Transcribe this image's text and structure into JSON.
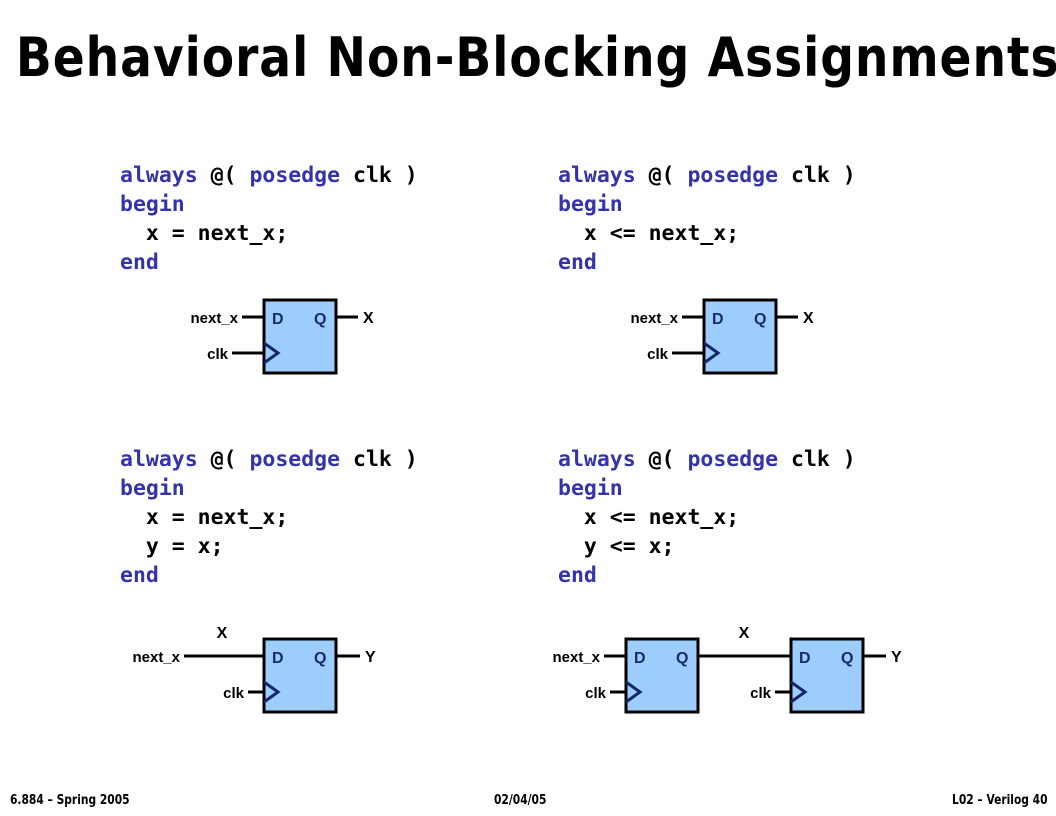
{
  "slide": {
    "title": "Behavioral Non-Blocking Assignments",
    "background_color": "#ffffff"
  },
  "theme": {
    "keyword_color": "#3333aa",
    "code_color": "#000000",
    "ff_fill_color": "#9CCDFC",
    "ff_stroke_color": "#000000",
    "ff_pin_label_color": "#1a2a6c",
    "wire_color": "#000000",
    "title_color": "#000000"
  },
  "code_blocks": {
    "top_left": {
      "name": "blocking-single",
      "lines": [
        [
          {
            "t": "always ",
            "k": true
          },
          {
            "t": "@( ",
            "k": false
          },
          {
            "t": "posedge ",
            "k": true
          },
          {
            "t": "clk )",
            "k": false
          }
        ],
        [
          {
            "t": "begin",
            "k": true
          }
        ],
        [
          {
            "t": "  x = next_x;",
            "k": false
          }
        ],
        [
          {
            "t": "end",
            "k": true
          }
        ]
      ]
    },
    "top_right": {
      "name": "nonblocking-single",
      "lines": [
        [
          {
            "t": "always ",
            "k": true
          },
          {
            "t": "@( ",
            "k": false
          },
          {
            "t": "posedge ",
            "k": true
          },
          {
            "t": "clk )",
            "k": false
          }
        ],
        [
          {
            "t": "begin",
            "k": true
          }
        ],
        [
          {
            "t": "  x <= next_x;",
            "k": false
          }
        ],
        [
          {
            "t": "end",
            "k": true
          }
        ]
      ]
    },
    "bottom_left": {
      "name": "blocking-pair",
      "lines": [
        [
          {
            "t": "always ",
            "k": true
          },
          {
            "t": "@( ",
            "k": false
          },
          {
            "t": "posedge ",
            "k": true
          },
          {
            "t": "clk )",
            "k": false
          }
        ],
        [
          {
            "t": "begin",
            "k": true
          }
        ],
        [
          {
            "t": "  x = next_x;",
            "k": false
          }
        ],
        [
          {
            "t": "  y = x;",
            "k": false
          }
        ],
        [
          {
            "t": "end",
            "k": true
          }
        ]
      ]
    },
    "bottom_right": {
      "name": "nonblocking-pair",
      "lines": [
        [
          {
            "t": "always ",
            "k": true
          },
          {
            "t": "@( ",
            "k": false
          },
          {
            "t": "posedge ",
            "k": true
          },
          {
            "t": "clk )",
            "k": false
          }
        ],
        [
          {
            "t": "begin",
            "k": true
          }
        ],
        [
          {
            "t": "  x <= next_x;",
            "k": false
          }
        ],
        [
          {
            "t": "  y <= x;",
            "k": false
          }
        ],
        [
          {
            "t": "end",
            "k": true
          }
        ]
      ]
    }
  },
  "diagrams": {
    "top_left": {
      "input_label": "next_x",
      "clock_label": "clk",
      "output_label": "X",
      "pin_d": "D",
      "pin_q": "Q",
      "flipflop_count": 1
    },
    "top_right": {
      "input_label": "next_x",
      "clock_label": "clk",
      "output_label": "X",
      "pin_d": "D",
      "pin_q": "Q",
      "flipflop_count": 1
    },
    "bottom_left": {
      "input_label": "next_x",
      "wire_label": "X",
      "clock_label": "clk",
      "output_label": "Y",
      "pin_d": "D",
      "pin_q": "Q",
      "flipflop_count": 1
    },
    "bottom_right": {
      "input_label": "next_x",
      "wire_label": "X",
      "clock_label_1": "clk",
      "clock_label_2": "clk",
      "output_label": "Y",
      "pin_d_1": "D",
      "pin_q_1": "Q",
      "pin_d_2": "D",
      "pin_q_2": "Q",
      "flipflop_count": 2
    }
  },
  "footer": {
    "left": "6.884 – Spring 2005",
    "center": "02/04/05",
    "right": "L02 – Verilog  40"
  }
}
